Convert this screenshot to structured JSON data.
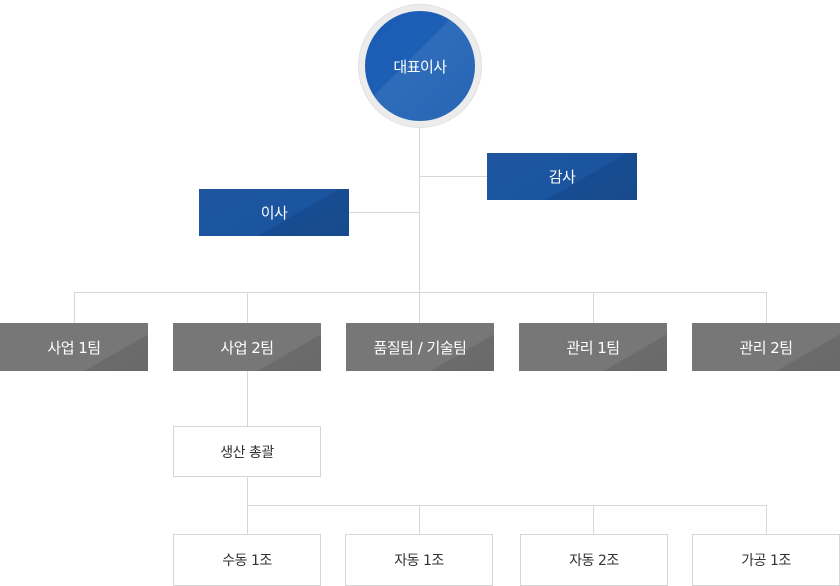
{
  "ceo": "대표이사",
  "auditor": "감사",
  "director": "이사",
  "teams": [
    "사업 1팀",
    "사업 2팀",
    "품질팀 / 기술팀",
    "관리 1팀",
    "관리 2팀"
  ],
  "production": "생산 총괄",
  "units": [
    "수동 1조",
    "자동 1조",
    "자동 2조",
    "가공 1조"
  ]
}
